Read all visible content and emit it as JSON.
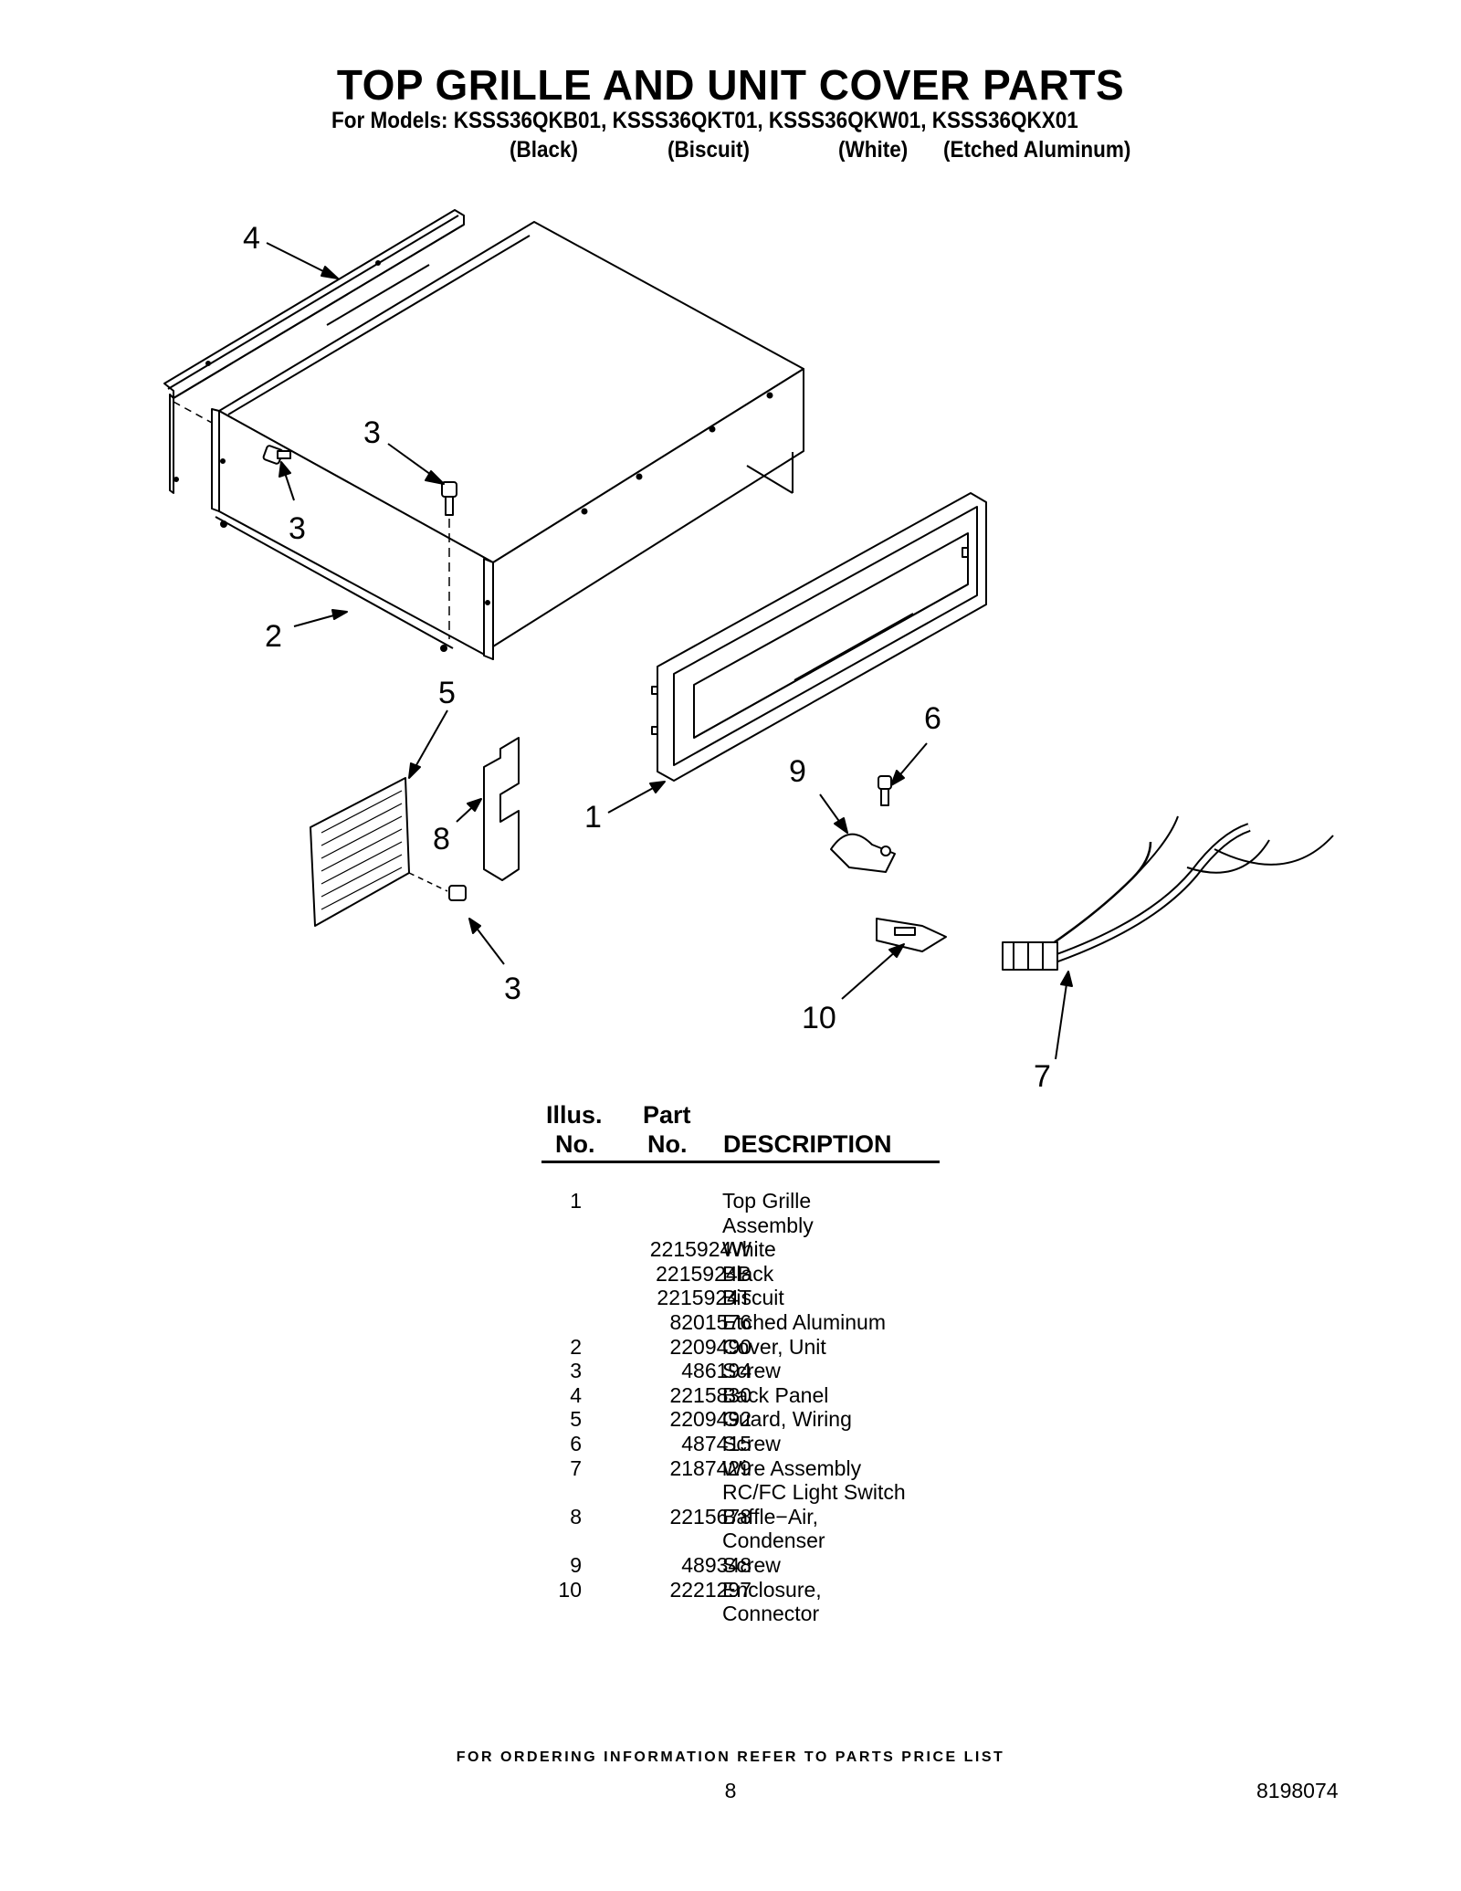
{
  "title": "TOP GRILLE AND UNIT COVER PARTS",
  "models_line": "For Models: KSSS36QKB01, KSSS36QKT01, KSSS36QKW01, KSSS36QKX01",
  "colors": [
    "(Black)",
    "(Biscuit)",
    "(White)",
    "(Etched Aluminum)"
  ],
  "diagram": {
    "callouts": [
      "4",
      "3",
      "3",
      "2",
      "5",
      "8",
      "3",
      "1",
      "6",
      "9",
      "10",
      "7"
    ]
  },
  "table": {
    "headers": {
      "illus_1": "Illus.",
      "illus_2": "No.",
      "part_1": "Part",
      "part_2": "No.",
      "description": "DESCRIPTION"
    },
    "rows": [
      {
        "illus": "1",
        "part": "",
        "desc": "Top Grille"
      },
      {
        "illus": "",
        "part": "",
        "desc": "Assembly"
      },
      {
        "illus": "",
        "part": "2215924W",
        "desc": "White"
      },
      {
        "illus": "",
        "part": "2215924B",
        "desc": "Black"
      },
      {
        "illus": "",
        "part": "2215924T",
        "desc": "Biscuit"
      },
      {
        "illus": "",
        "part": "8201576",
        "desc": "Etched Aluminum"
      },
      {
        "illus": "2",
        "part": "2209490",
        "desc": "Cover, Unit"
      },
      {
        "illus": "3",
        "part": "486194",
        "desc": "Screw"
      },
      {
        "illus": "4",
        "part": "2215830",
        "desc": "Back Panel"
      },
      {
        "illus": "5",
        "part": "2209492",
        "desc": "Guard, Wiring"
      },
      {
        "illus": "6",
        "part": "487415",
        "desc": "Screw"
      },
      {
        "illus": "7",
        "part": "2187429",
        "desc": "Wire Assembly"
      },
      {
        "illus": "",
        "part": "",
        "desc": "RC/FC Light Switch"
      },
      {
        "illus": "8",
        "part": "2215678",
        "desc": "Baffle−Air,"
      },
      {
        "illus": "",
        "part": "",
        "desc": "Condenser"
      },
      {
        "illus": "9",
        "part": "489348",
        "desc": "Screw"
      },
      {
        "illus": "10",
        "part": "2221297",
        "desc": "Enclosure,"
      },
      {
        "illus": "",
        "part": "",
        "desc": "Connector"
      }
    ]
  },
  "footer": "FOR ORDERING INFORMATION REFER TO PARTS PRICE LIST",
  "page_number": "8",
  "document_number": "8198074"
}
